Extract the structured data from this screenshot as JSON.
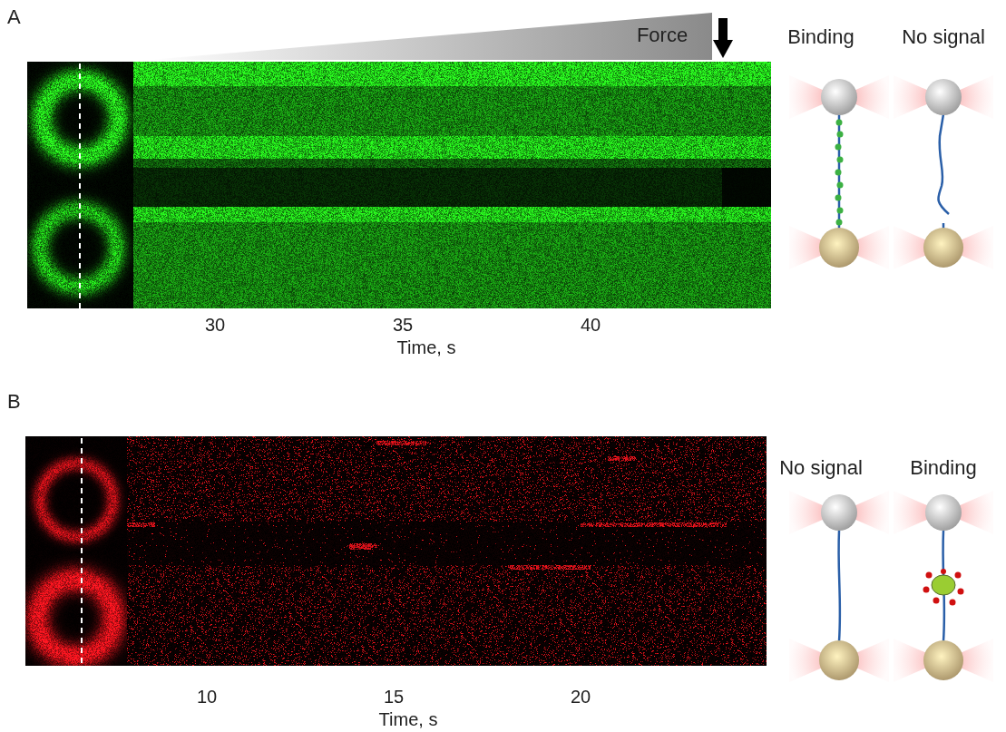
{
  "diagram": {
    "labels": [
      "A",
      "Force",
      "Binding",
      "No signal",
      "30",
      "35",
      "40",
      "Time, s",
      "B",
      "No signal",
      "Binding",
      "10",
      "15",
      "20",
      "Time, s"
    ]
  }
}
